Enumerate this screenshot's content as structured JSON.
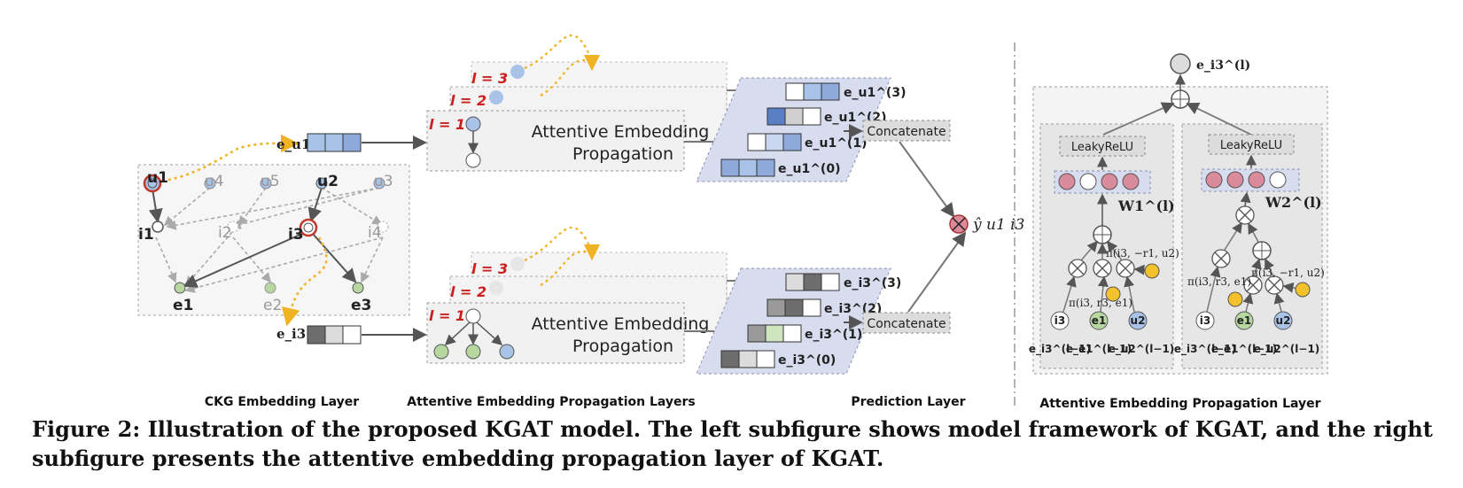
{
  "section_labels": {
    "ckg": "CKG Embedding Layer",
    "aep_layers": "Attentive Embedding Propagation Layers",
    "prediction": "Prediction Layer",
    "aep_layer": "Attentive Embedding Propagation Layer"
  },
  "ckg_nodes": {
    "u1": "u1",
    "u4": "u4",
    "u5": "u5",
    "u2": "u2",
    "u3": "u3",
    "i1": "i1",
    "i2": "i2",
    "i3": "i3",
    "i4": "i4",
    "e1": "e1",
    "e2": "e2",
    "e3": "e3"
  },
  "propagation": {
    "block_text_1": "Attentive Embedding",
    "block_text_2": "Propagation",
    "layer_labels": [
      "l = 1",
      "l = 2",
      "l = 3"
    ]
  },
  "embeddings": {
    "user_input": "e_u1^(0)",
    "item_input": "e_i3^(0)",
    "user_outputs": [
      "e_u1^(3)",
      "e_u1^(2)",
      "e_u1^(1)",
      "e_u1^(0)"
    ],
    "item_outputs": [
      "e_i3^(3)",
      "e_i3^(2)",
      "e_i3^(1)",
      "e_i3^(0)"
    ]
  },
  "prediction": {
    "concat_label": "Concatenate",
    "output_label": "ŷ u1 i3"
  },
  "right_panel": {
    "top_output": "e_i3^(l)",
    "activation_label": "LeakyReLU",
    "weight_1": "W1^(l)",
    "weight_2": "W2^(l)",
    "pi_left_1": "π(i3, −r1, u2)",
    "pi_left_2": "π(i3, r3, e1)",
    "pi_right_1": "π(i3, −r1, u2)",
    "pi_right_2": "π(i3, r3, e1)",
    "bottom_nodes": [
      "i3",
      "e1",
      "u2"
    ],
    "bottom_labels": [
      "e_i3^(l−1)",
      "e_e1^(l−1)",
      "e_u2^(l−1)"
    ]
  },
  "caption": "Figure 2: Illustration of the proposed KGAT model. The left subfigure shows model framework of KGAT, and the right subfigure presents the attentive embedding propagation layer of KGAT.",
  "colors": {
    "panel_fill": "#f2f2f2",
    "panel_stroke": "#9a9a9a",
    "layer_red": "#cc1f1f",
    "orange_arrow": "#f0b323",
    "blue_node": "#a9c3e8",
    "green_node": "#b6d7a0",
    "pink_node": "#d98a9b",
    "yellow_node": "#f3c12b",
    "parallelogram": "#d7dcef",
    "concat_fill": "#dcdcdc",
    "emb_blue": "#8eaadb",
    "emb_dark": "#6d6d6d"
  }
}
